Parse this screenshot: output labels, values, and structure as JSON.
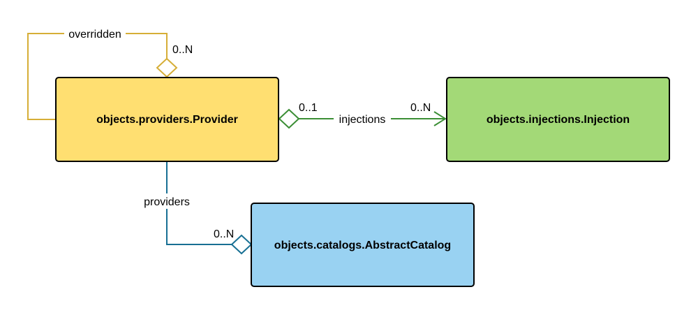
{
  "nodes": {
    "provider": {
      "label": "objects.providers.Provider",
      "color": "#FFDF71"
    },
    "injection": {
      "label": "objects.injections.Injection",
      "color": "#A3D977"
    },
    "catalog": {
      "label": "objects.catalogs.AbstractCatalog",
      "color": "#99D2F2"
    }
  },
  "edges": {
    "overridden": {
      "label": "overridden",
      "multiplicity": "0..N",
      "color": "#D6AE37"
    },
    "injections": {
      "label": "injections",
      "source_multiplicity": "0..1",
      "target_multiplicity": "0..N",
      "color": "#3B8E35"
    },
    "providers": {
      "label": "providers",
      "multiplicity": "0..N",
      "color": "#176F93"
    }
  }
}
